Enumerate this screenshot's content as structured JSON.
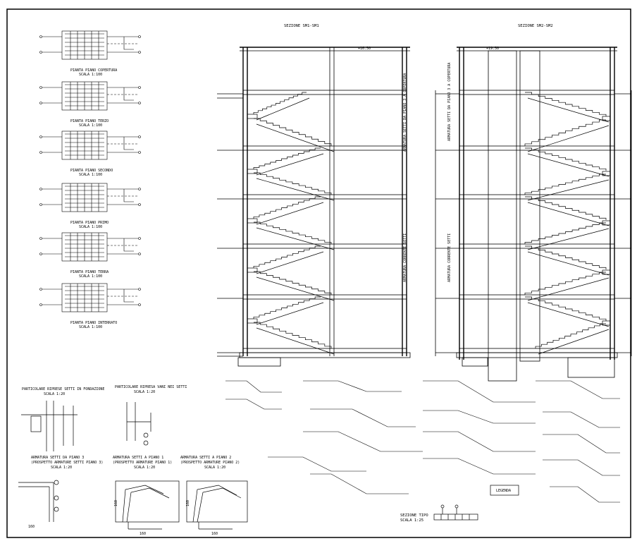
{
  "section_titles": [
    "SEZIONE SM1-SM1",
    "SEZIONE SM2-SM2"
  ],
  "floor_plans": [
    {
      "title": "PIANTA PIANO COPERTURA",
      "scale": "SCALA 1:100"
    },
    {
      "title": "PIANTA PIANO TERZO",
      "scale": "SCALA 1:100"
    },
    {
      "title": "PIANTA PIANO SECONDO",
      "scale": "SCALA 1:100"
    },
    {
      "title": "PIANTA PIANO PRIMO",
      "scale": "SCALA 1:100"
    },
    {
      "title": "PIANTA PIANO TERRA",
      "scale": "SCALA 1:100"
    },
    {
      "title": "PIANTA PIANO INTERRATO",
      "scale": "SCALA 1:100"
    }
  ],
  "vertical_labels": {
    "section1_upper": "ARMATURA SETTI DA PIANO 3 A COPERTURA",
    "section1_lower": "ARMATURA CORRENTE SETTI",
    "section2_upper": "ARMATURA SETTI DA PIANO 3 A COPERTURA",
    "section2_lower": "ARMATURA CORRENTE SETTI"
  },
  "details": [
    {
      "title": "PARTICOLARE RIPRESE SETTI IN FONDAZIONE",
      "scale": "SCALA 1:20"
    },
    {
      "title": "PARTICOLARE RIPRESA VANI NEI SETTI",
      "scale": "SCALA 1:20"
    },
    {
      "title": "ARMATURA SETTI DA PIANO 3",
      "subtitle": "(PROSPETTO ARMATURE SETTI PIANO 3)",
      "scale": "SCALA 1:20"
    },
    {
      "title": "ARMATURA SETTI A PIANO 1",
      "subtitle": "(PROSPETTO ARMATURE PIANO 1)",
      "scale": "SCALA 1:20"
    },
    {
      "title": "ARMATURA SETTI A PIANO 2",
      "subtitle": "(PROSPETTO ARMATURE PIANO 2)",
      "scale": "SCALA 1:20"
    }
  ],
  "detail_dims": {
    "d1": "160",
    "d2": "160",
    "d3": "160",
    "h1": "160",
    "h2": "160"
  },
  "typical_section": {
    "title": "SEZIONE TIPO",
    "scale": "SCALA 1:25"
  },
  "legend_box": "LEGENDA",
  "top_dims": [
    "+16.50",
    "+19.50"
  ]
}
